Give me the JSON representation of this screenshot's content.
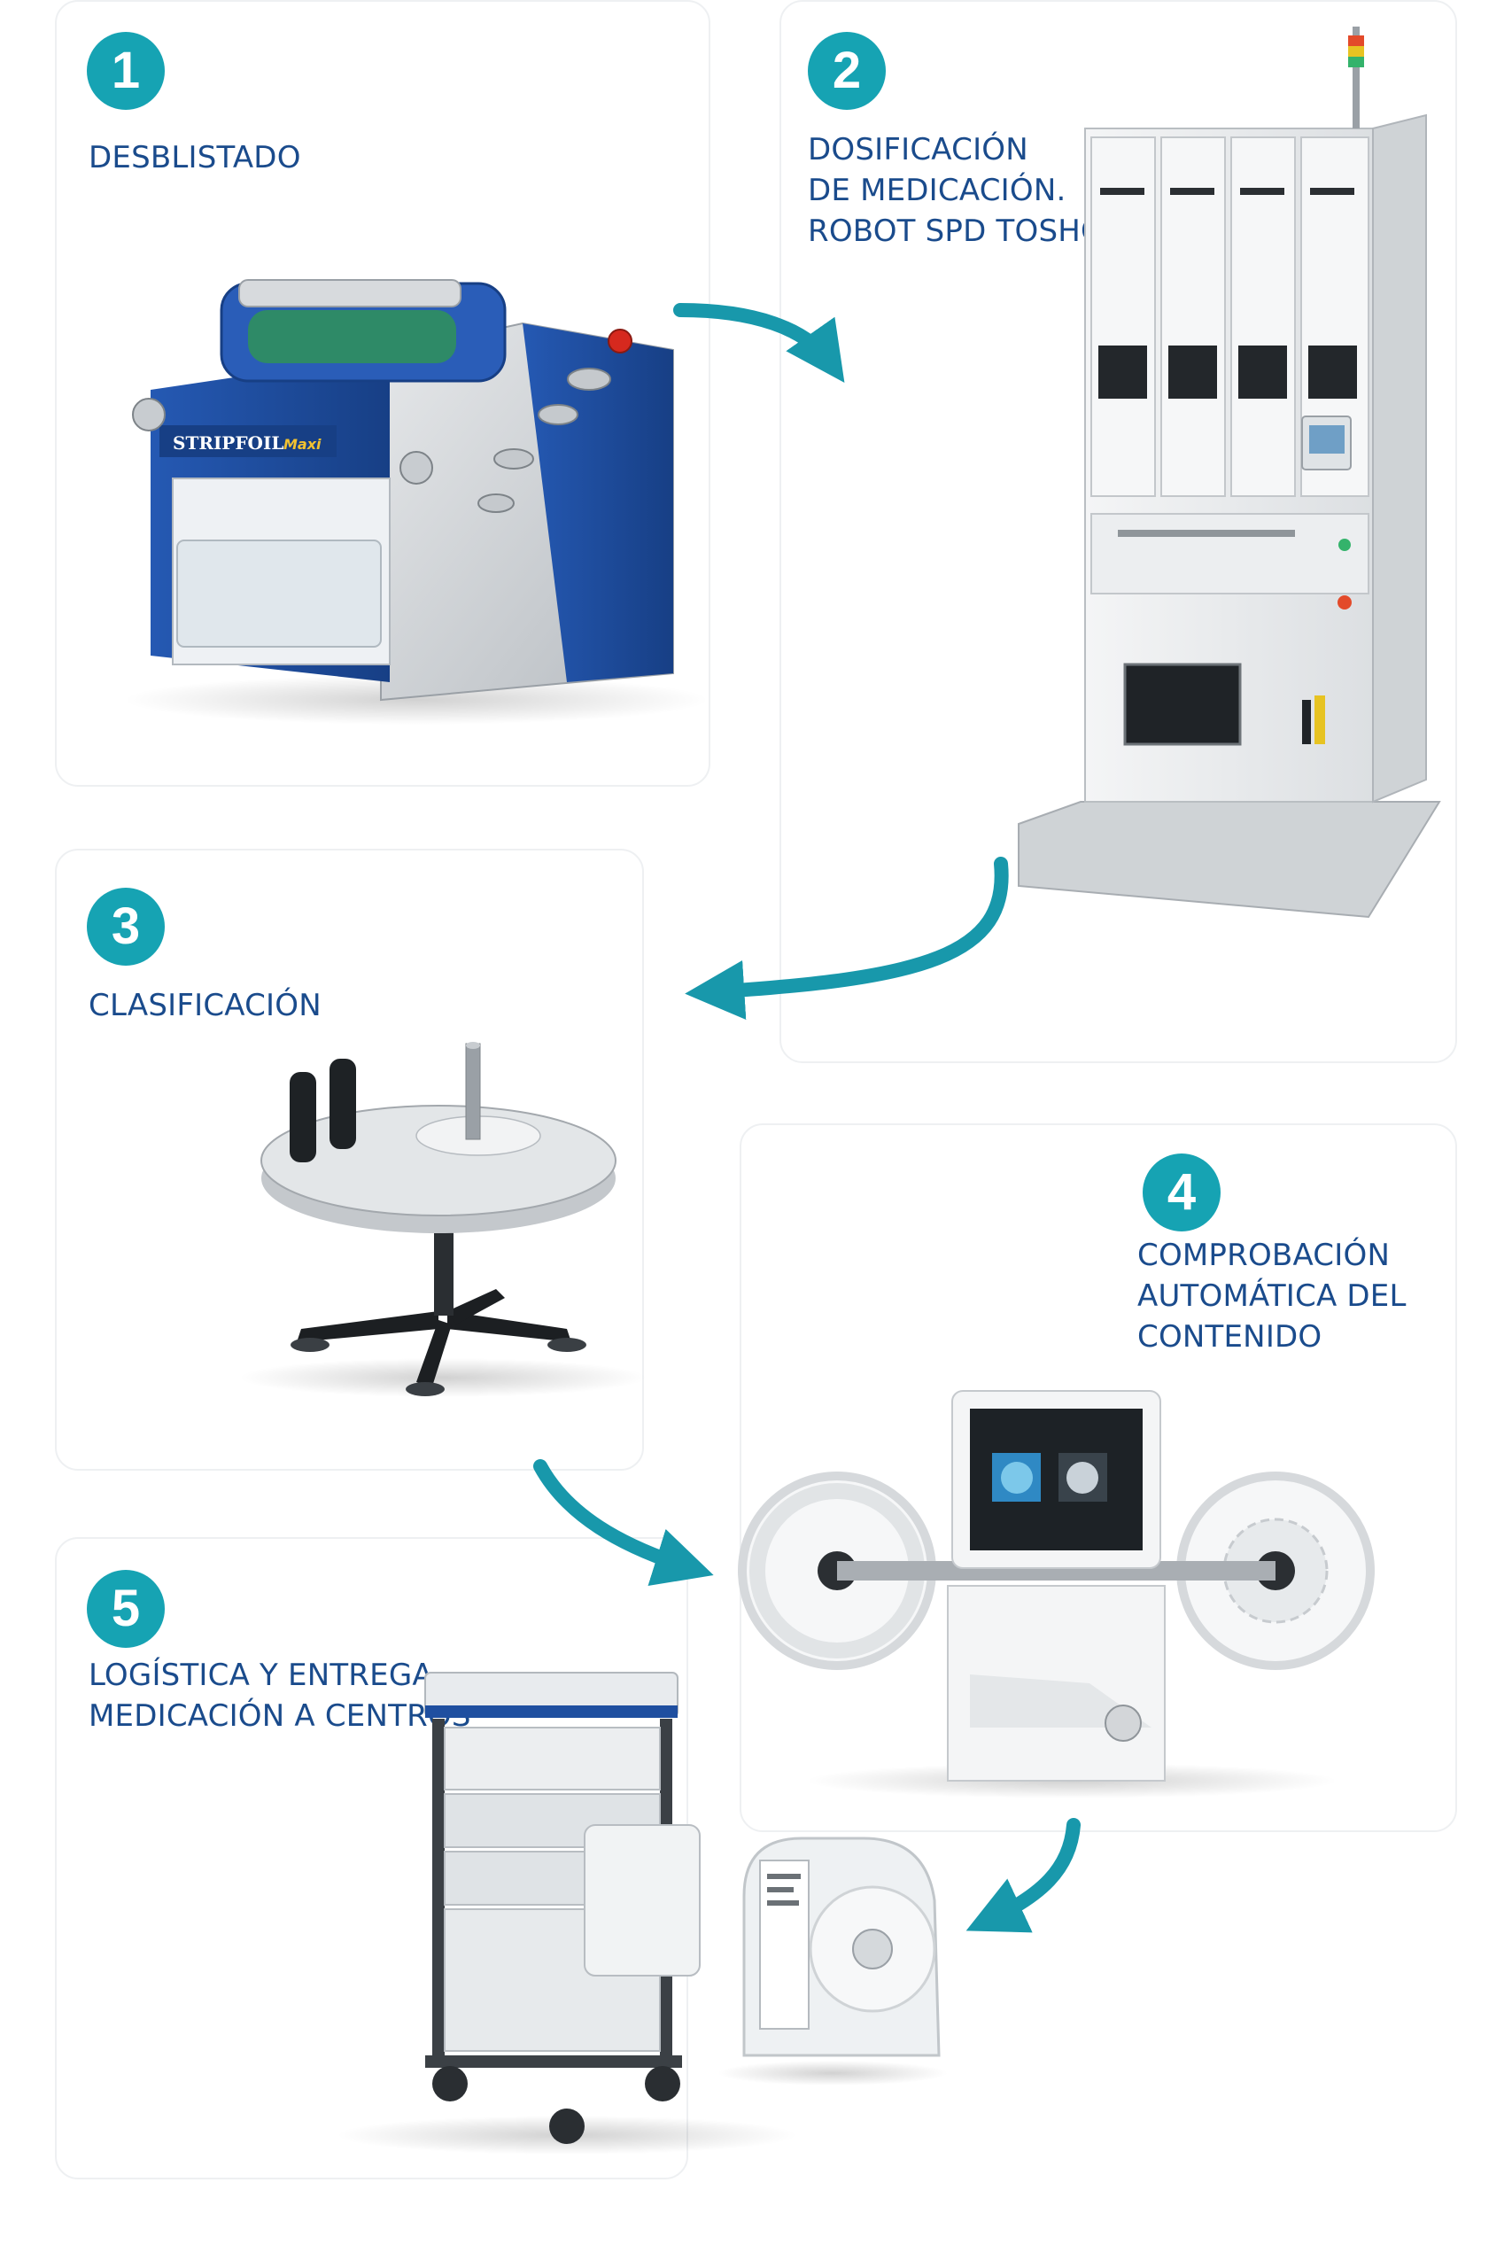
{
  "steps": [
    {
      "number": "1",
      "lines": [
        "DESBLISTADO"
      ]
    },
    {
      "number": "2",
      "lines": [
        "DOSIFICACIÓN",
        "DE MEDICACIÓN.",
        "ROBOT SPD TOSHO"
      ]
    },
    {
      "number": "3",
      "lines": [
        "CLASIFICACIÓN"
      ]
    },
    {
      "number": "4",
      "lines": [
        "COMPROBACIÓN",
        "AUTOMÁTICA DEL",
        "CONTENIDO"
      ]
    },
    {
      "number": "5",
      "lines": [
        "LOGÍSTICA Y ENTREGA",
        "MEDICACIÓN A CENTROS"
      ]
    }
  ],
  "machine_1": {
    "brand": "STRIPFOIL",
    "model": "Maxi"
  },
  "colors": {
    "accent": "#16a3b3",
    "label": "#1a4b8c",
    "machine_blue": "#1f4fa0",
    "card_border": "#eef0f2"
  }
}
